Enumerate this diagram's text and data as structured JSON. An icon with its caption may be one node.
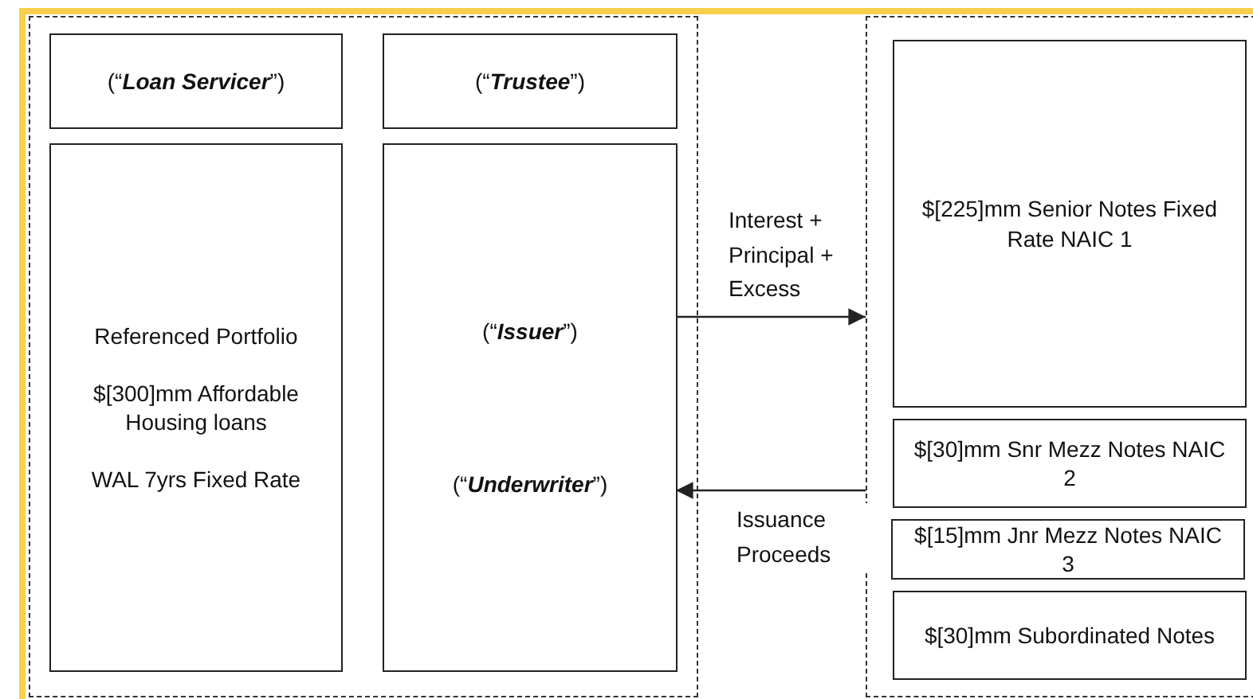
{
  "diagram": {
    "nodes": [
      {
        "text": [],
        "shape": "box"
      },
      {
        "text": [
          "(“**Loan Servicer**”)"
        ],
        "in": 0
      },
      {
        "text": [
          "(“**Trustee**”)"
        ],
        "in": 0
      },
      {
        "text": [
          "Referenced Portfolio",
          "$[300]mm Affordable Housing loans",
          "WAL 7yrs Fixed Rate"
        ],
        "in": 0
      },
      {
        "text": [
          "(“**Issuer**”)",
          "(“**Underwriter**”)"
        ],
        "in": 0
      },
      {
        "text": [],
        "shape": "box"
      },
      {
        "text": [
          "$[225]mm Senior Notes Fixed Rate NAIC 1"
        ],
        "in": 5
      },
      {
        "text": [
          "$[30]mm Snr Mezz Notes NAIC 2"
        ],
        "in": 5
      },
      {
        "text": [
          "$[15]mm Jnr Mezz Notes NAIC 3"
        ],
        "in": 5
      },
      {
        "text": [
          "$[30]mm Subordinated Notes"
        ],
        "in": 5
      }
    ],
    "edges": [
      {
        "from": 4,
        "to": 5,
        "arrow": "to",
        "label": "Interest + Principal + Excess"
      },
      {
        "from": 5,
        "to": 4,
        "arrow": "to",
        "label": "Issuance Proceeds"
      }
    ]
  }
}
